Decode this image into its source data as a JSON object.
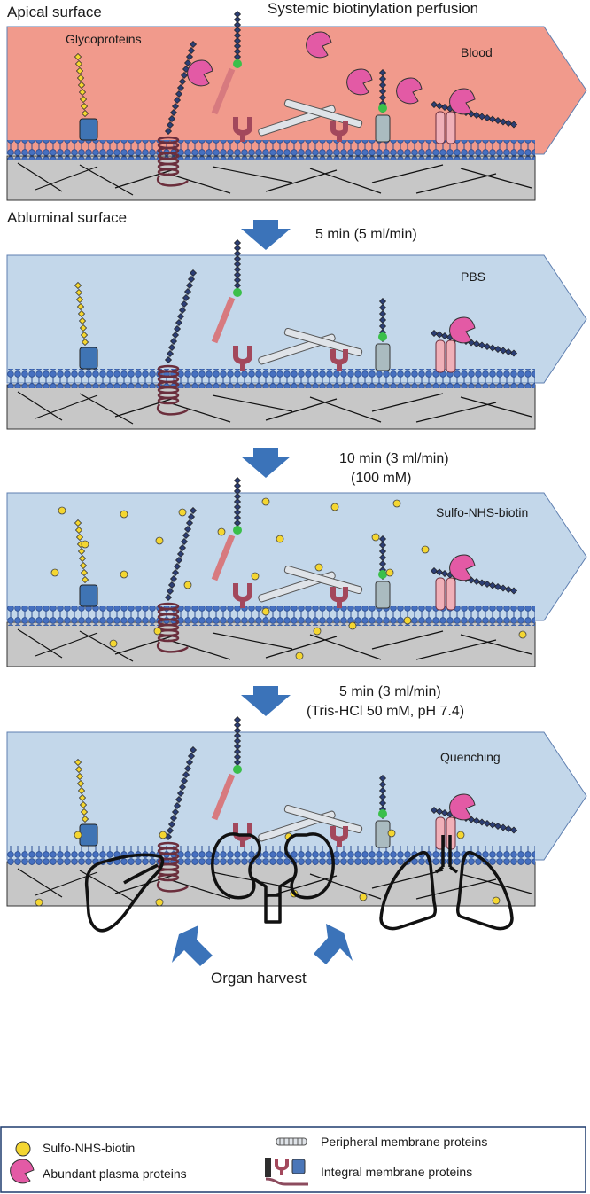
{
  "header": {
    "apical_surface": "Apical surface",
    "title": "Systemic biotinylation perfusion",
    "abluminal_surface": "Abluminal surface"
  },
  "panels": [
    {
      "label": "Blood",
      "fill": "#f19a8c"
    },
    {
      "label": "PBS",
      "fill": "#c3d7ea"
    },
    {
      "label": "Sulfo-NHS-biotin",
      "fill": "#c3d7ea"
    },
    {
      "label": "Quenching",
      "fill": "#c3d7ea"
    }
  ],
  "glycoproteins_label": "Glycoproteins",
  "steps": [
    {
      "line1": "5 min (5 ml/min)",
      "line2": ""
    },
    {
      "line1": "10 min (3 ml/min)",
      "line2": "(100 mM)"
    },
    {
      "line1": "5 min (3 ml/min)",
      "line2": "(Tris-HCl 50 mM, pH 7.4)"
    }
  ],
  "organs": [
    "liver-icon",
    "kidneys-icon",
    "lungs-icon"
  ],
  "organ_harvest": "Organ harvest",
  "legend": {
    "biotin": "Sulfo-NHS-biotin",
    "plasma": "Abundant plasma proteins",
    "peripheral": "Peripheral membrane proteins",
    "integral": "Integral membrane proteins"
  },
  "colors": {
    "arrow": "#3b73b9",
    "biotin": "#f4d631",
    "plasma": "#e35aa5",
    "membrane": "#3c66b4",
    "tissue": "#c7c7c7"
  }
}
